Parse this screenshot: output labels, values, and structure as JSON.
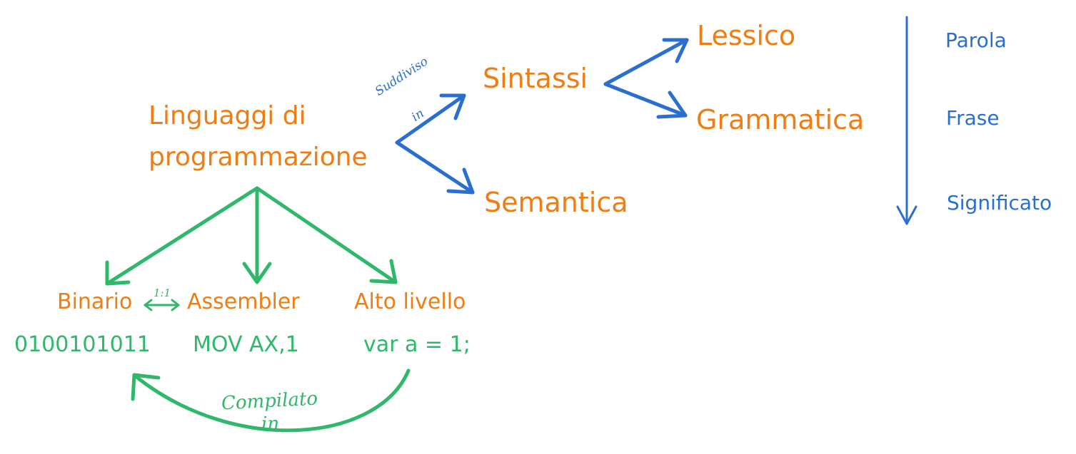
{
  "diagram": {
    "root": "Linguaggi di programmazione",
    "root_line1": "Linguaggi di",
    "root_line2": "programmazione",
    "split_note": "Suddiviso in",
    "split_note_line1": "Suddiviso",
    "split_note_line2": "in",
    "sintassi": "Sintassi",
    "semantica": "Semantica",
    "lessico": "Lessico",
    "grammatica": "Grammatica",
    "scale": {
      "parola": "Parola",
      "frase": "Frase",
      "significato": "Significato"
    },
    "levels": {
      "binario": "Binario",
      "ratio": "1:1",
      "assembler": "Assembler",
      "alto_livello": "Alto livello"
    },
    "examples": {
      "binario": "0100101011",
      "assembler": "MOV AX,1",
      "alto_livello": "var a = 1;"
    },
    "compile_note": "Compilato in",
    "compile_note_line1": "Compilato",
    "compile_note_line2": "in"
  },
  "colors": {
    "orange": "#f07d14",
    "blue": "#2a6fcf",
    "green": "#2fb86a"
  }
}
